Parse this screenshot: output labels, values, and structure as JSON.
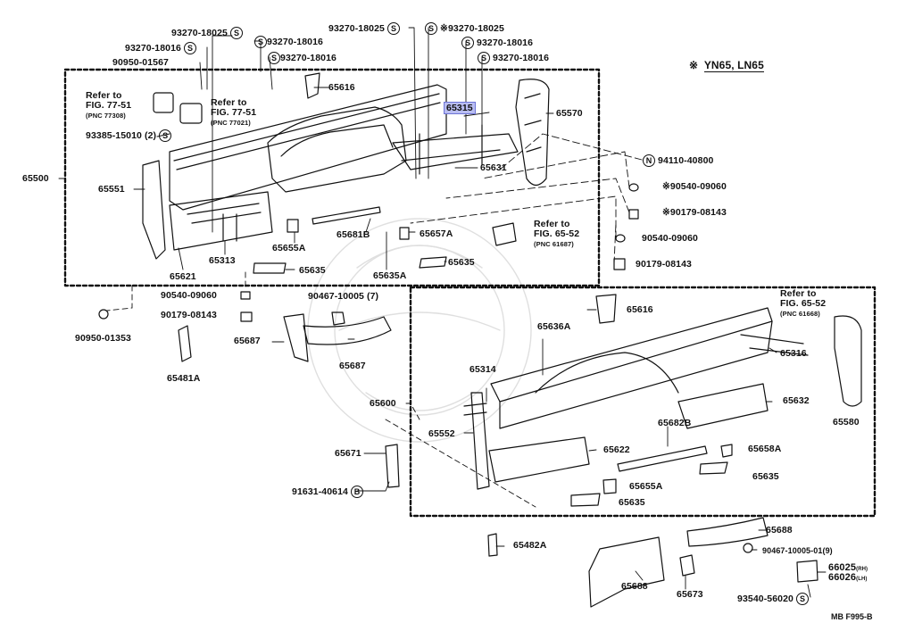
{
  "legend": {
    "mark": "※",
    "text": "YN65, LN65"
  },
  "diagram_code": "MB F995-B",
  "refs": {
    "fig7751a": {
      "line1": "Refer to",
      "line2": "FIG. 77-51",
      "pnc": "(PNC 77308)"
    },
    "fig7751b": {
      "line1": "Refer to",
      "line2": "FIG. 77-51",
      "pnc": "(PNC 77021)"
    },
    "fig6552a": {
      "line1": "Refer to",
      "line2": "FIG. 65-52",
      "pnc": "(PNC 61687)"
    },
    "fig6552b": {
      "line1": "Refer to",
      "line2": "FIG. 65-52",
      "pnc": "(PNC 61668)"
    }
  },
  "parts": {
    "p93270_18025_a": "93270-18025",
    "p93270_18016_a": "93270-18016",
    "p93270_18016_b": "93270-18016",
    "p93270_18016_c": "93270-18016",
    "p90950_01567": "90950-01567",
    "p93270_18025_b": "93270-18025",
    "p93270_18025_c": "93270-18025",
    "p93270_18016_d": "93270-18016",
    "p93270_18016_e": "93270-18016",
    "p65616_a": "65616",
    "p65315": "65315",
    "p65570": "65570",
    "p93385_15010": "93385-15010 (2)",
    "p65500": "65500",
    "p65551": "65551",
    "p65631": "65631",
    "p94110_40800": "94110-40800",
    "p90540_09060_star": "90540-09060",
    "p90179_08143_star": "90179-08143",
    "p90540_09060_b": "90540-09060",
    "p90179_08143_b": "90179-08143",
    "p65681B": "65681B",
    "p65657A": "65657A",
    "p65655A_a": "65655A",
    "p65313": "65313",
    "p65635_a": "65635",
    "p65635_b": "65635",
    "p65621": "65621",
    "p65635A": "65635A",
    "p90540_09060_c": "90540-09060",
    "p90179_08143_c": "90179-08143",
    "p90467_10005": "90467-10005 (7)",
    "p90950_01353": "90950-01353",
    "p65687_a": "65687",
    "p65687_b": "65687",
    "p65481A": "65481A",
    "p65616_b": "65616",
    "p65636A": "65636A",
    "p65316": "65316",
    "p65314": "65314",
    "p65600": "65600",
    "p65632": "65632",
    "p65580": "65580",
    "p65552": "65552",
    "p65682B": "65682B",
    "p65622": "65622",
    "p65658A": "65658A",
    "p65671": "65671",
    "p65635_c": "65635",
    "p65655A_b": "65655A",
    "p91631_40614": "91631-40614",
    "p65635_d": "65635",
    "p65688_a": "65688",
    "p65482A": "65482A",
    "p90467_10005_01": "90467-10005-01",
    "p90467_count": "(9)",
    "p66025": "66025",
    "p66025_side": "(RH)",
    "p66026": "66026",
    "p66026_side": "(LH)",
    "p93540_56020": "93540-56020",
    "p65688_b": "65688",
    "p65673": "65673"
  }
}
